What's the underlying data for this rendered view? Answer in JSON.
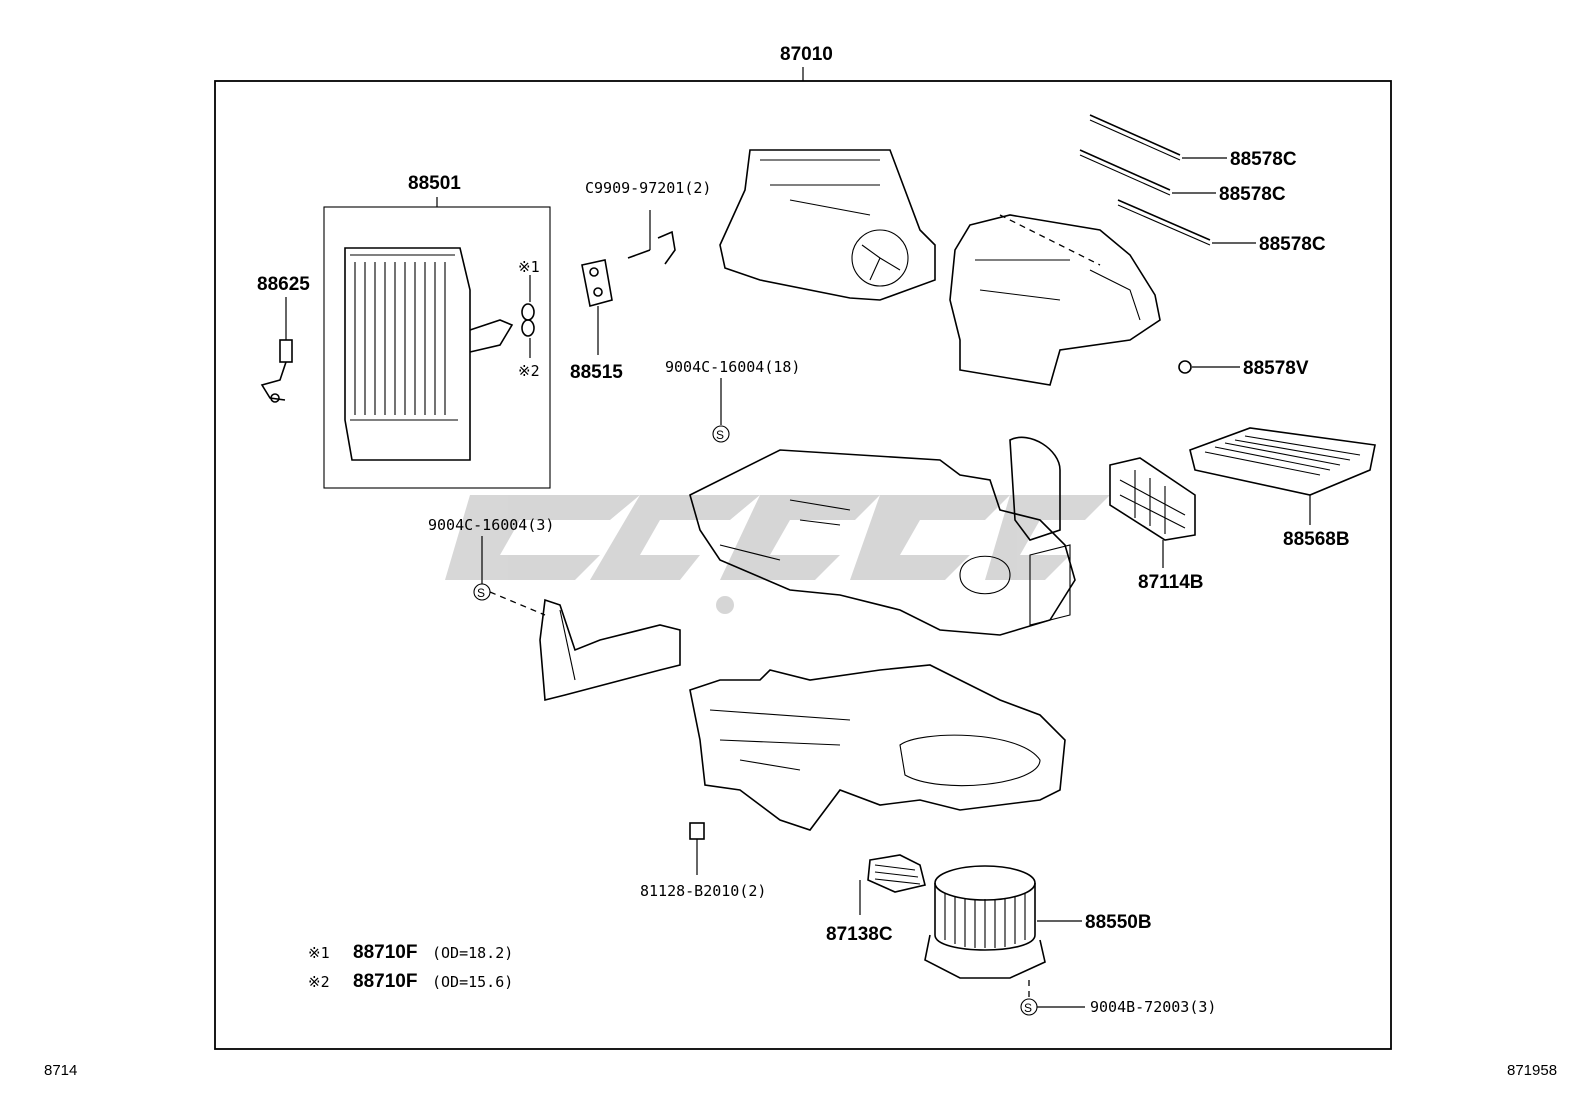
{
  "top_label": "87010",
  "corner_left": "8714",
  "corner_right": "871958",
  "labels": {
    "evaporator": "88501",
    "thermistor": "88625",
    "expansion_valve": "88515",
    "valve_screw": "C9909-97201(2)",
    "screw_18": "9004C-16004(18)",
    "screw_3": "9004C-16004(3)",
    "seal_1": "88578C",
    "seal_2": "88578C",
    "seal_3": "88578C",
    "grommet": "88578V",
    "filter_cover": "87114B",
    "filter": "88568B",
    "screw_resistor": "81128-B2010(2)",
    "resistor": "87138C",
    "blower_motor": "88550B",
    "motor_screw": "9004B-72003(3)",
    "mark_1": "※1",
    "mark_2": "※2"
  },
  "legend": [
    {
      "mark": "※1",
      "part": "88710F",
      "spec": "(OD=18.2)"
    },
    {
      "mark": "※2",
      "part": "88710F",
      "spec": "(OD=15.6)"
    }
  ],
  "screw_symbol": "S"
}
